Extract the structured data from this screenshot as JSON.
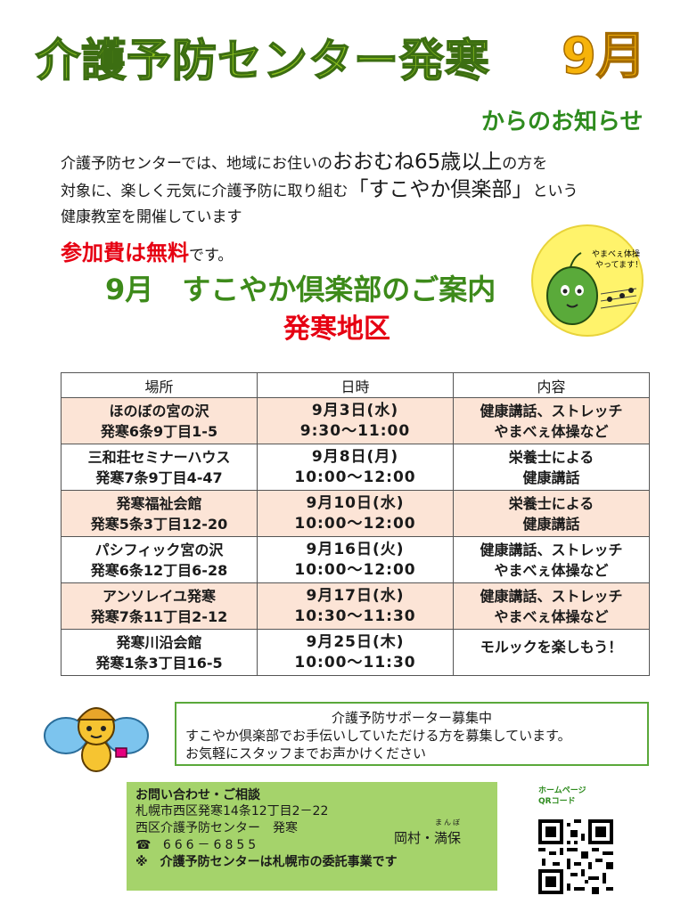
{
  "header": {
    "title": "介護予防センター発寒",
    "month": "9月",
    "subtitle": "からのお知らせ"
  },
  "intro": {
    "l1a": "介護予防センターでは、地域にお住いの",
    "l1b": "おおむね65歳以上",
    "l1c": "の方を",
    "l2a": "対象に、楽しく元気に介護予防に取り組む",
    "l2b": "「すこやか倶楽部」",
    "l2c": "という",
    "l3": "健康教室を開催しています",
    "fee_bold": "参加費は無料",
    "fee_rest": "です。"
  },
  "section": {
    "heading": "9月　すこやか倶楽部のご案内",
    "area": "発寒地区"
  },
  "badge": {
    "line1": "やまべぇ体操",
    "line2": "やってます！"
  },
  "table": {
    "headers": [
      "場所",
      "日時",
      "内容"
    ],
    "rows": [
      {
        "place1": "ほのぼの宮の沢",
        "place2": "発寒6条9丁目1-5",
        "date": "9月3日(水)",
        "time": "9:30～11:00",
        "c1": "健康講話、ストレッチ",
        "c2": "やまべぇ体操など"
      },
      {
        "place1": "三和荘セミナーハウス",
        "place2": "発寒7条9丁目4-47",
        "date": "9月8日(月)",
        "time": "10:00～12:00",
        "c1": "栄養士による",
        "c2": "健康講話"
      },
      {
        "place1": "発寒福祉会館",
        "place2": "発寒5条3丁目12-20",
        "date": "9月10日(水)",
        "time": "10:00～12:00",
        "c1": "栄養士による",
        "c2": "健康講話"
      },
      {
        "place1": "パシフィック宮の沢",
        "place2": "発寒6条12丁目6-28",
        "date": "9月16日(火)",
        "time": "10:00～12:00",
        "c1": "健康講話、ストレッチ",
        "c2": "やまべぇ体操など"
      },
      {
        "place1": "アンソレイユ発寒",
        "place2": "発寒7条11丁目2-12",
        "date": "9月17日(水)",
        "time": "10:30～11:30",
        "c1": "健康講話、ストレッチ",
        "c2": "やまべぇ体操など"
      },
      {
        "place1": "発寒川沿会館",
        "place2": "発寒1条3丁目16-5",
        "date": "9月25日(木)",
        "time": "10:00～11:30",
        "c1": "モルックを楽しもう！",
        "c2": ""
      }
    ]
  },
  "notice": {
    "title": "介護予防サポーター募集中",
    "line1": "すこやか倶楽部でお手伝いしていただける方を募集しています。",
    "line2": "お気軽にスタッフまでお声かけください"
  },
  "contact": {
    "heading": "お問い合わせ・ご相談",
    "address": "札幌市西区発寒14条12丁目2－22",
    "org": "西区介護予防センター　発寒",
    "names": "岡村・満保",
    "names_ruby": "まんぼ",
    "phone_icon": "☎",
    "phone": "666－6855",
    "footnote": "※　介護予防センターは札幌市の委託事業です"
  },
  "qr": {
    "label1": "ホームページ",
    "label2": "QRコード"
  },
  "colors": {
    "title_green": "#8fc31f",
    "month_orange": "#f6b30a",
    "accent_red": "#e60012",
    "heading_green": "#3d8a1a",
    "row_shade": "#fce4d6",
    "contact_bg": "#a5d36b"
  }
}
